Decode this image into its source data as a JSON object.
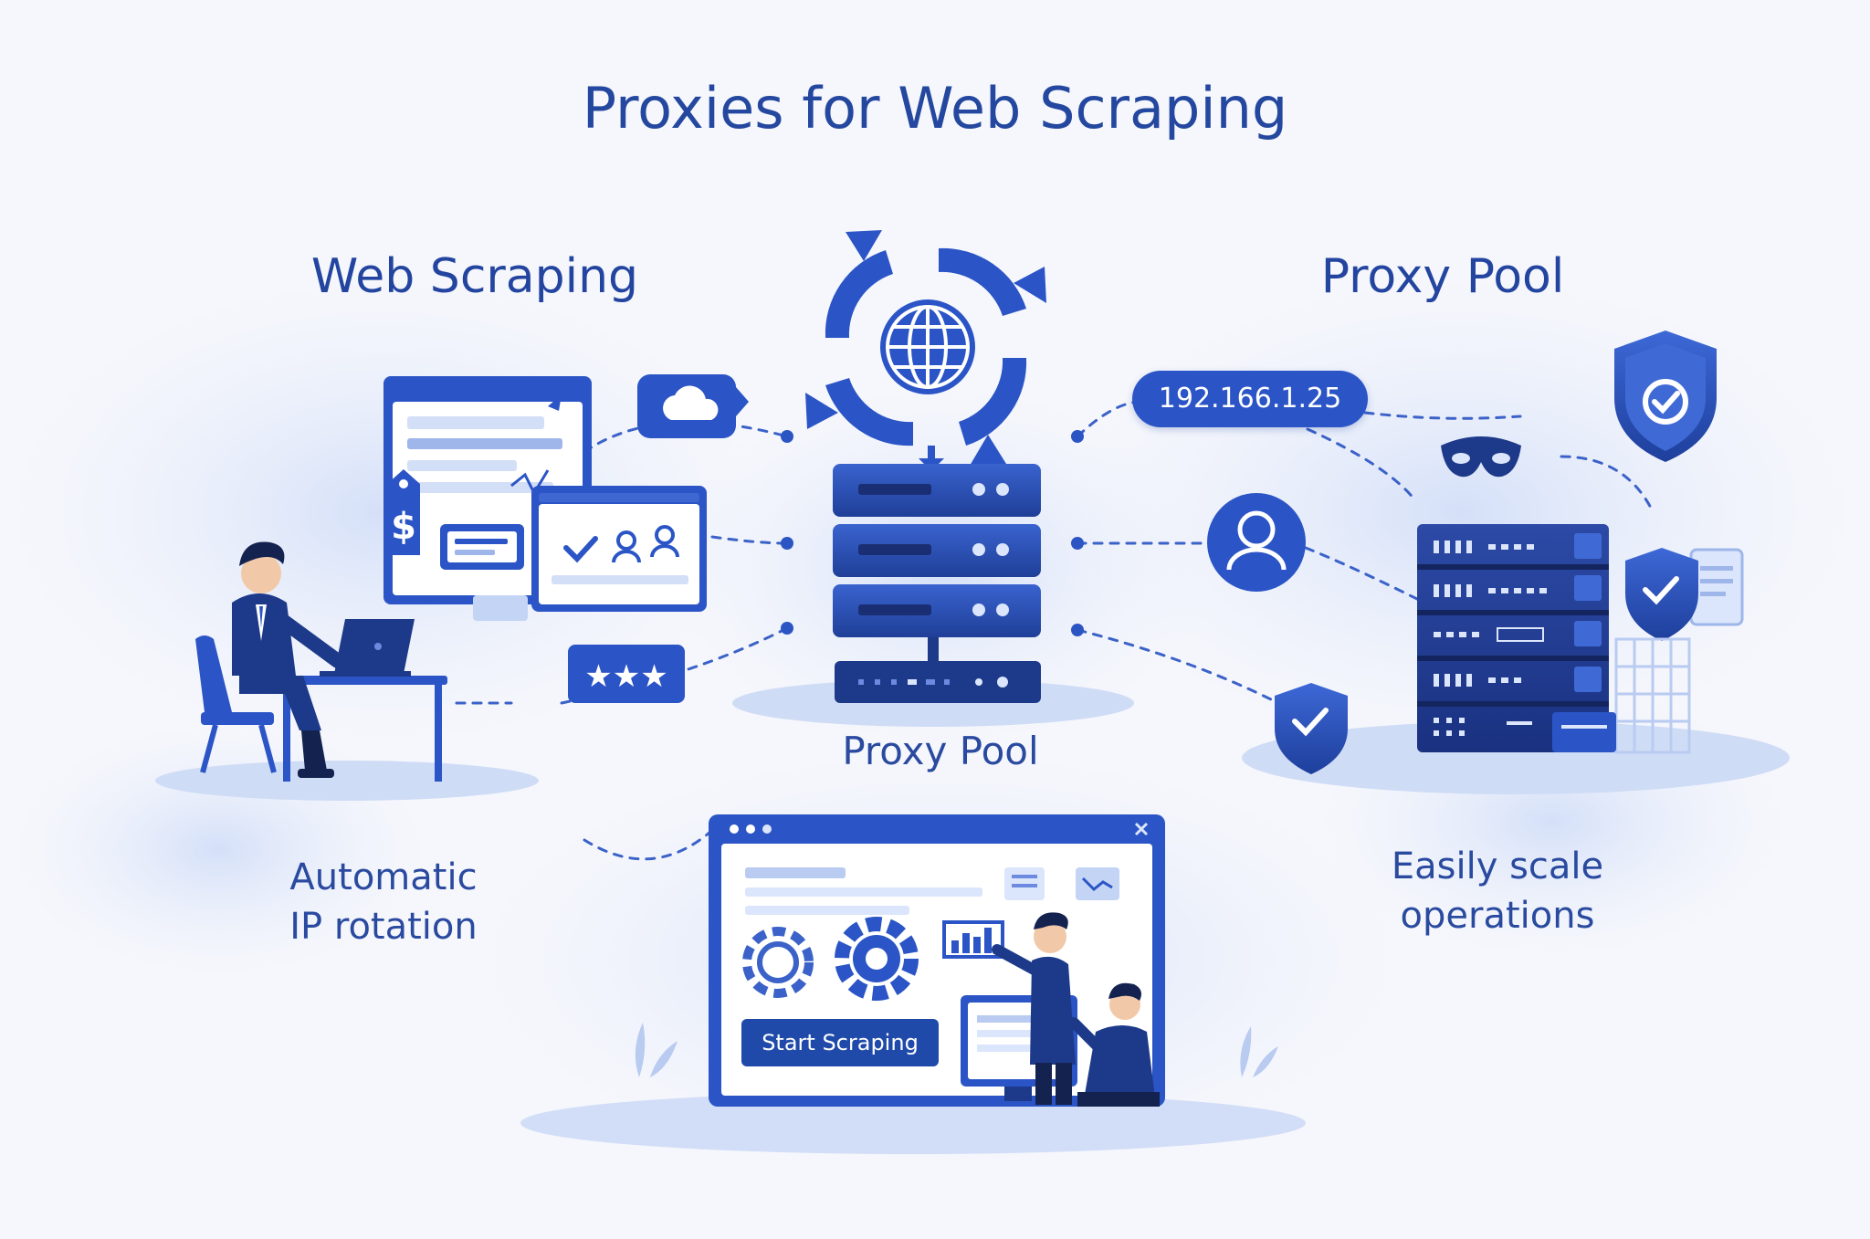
{
  "title": "Proxies for Web Scraping",
  "headings": {
    "left": "Web Scraping",
    "right": "Proxy Pool",
    "center": "Proxy Pool"
  },
  "captions": {
    "automatic_ip_rotation": "Automatic\nIP rotation",
    "easily_scale_operations": "Easily scale\noperations"
  },
  "ip_address": "192.166.1.25",
  "dashboard": {
    "start_button": "Start Scraping"
  },
  "tag_symbol": "$",
  "colors": {
    "primary": "#2b55c6",
    "dark": "#1d3a8a",
    "light": "#dbe5fb",
    "text": "#24479f"
  },
  "icons": [
    "globe-icon",
    "refresh-arrows-icon",
    "server-icon",
    "shield-check-icon",
    "user-icon",
    "mask-icon",
    "cloud-icon",
    "star-rating-icon",
    "price-tag-icon",
    "gear-icon",
    "bar-chart-icon"
  ]
}
